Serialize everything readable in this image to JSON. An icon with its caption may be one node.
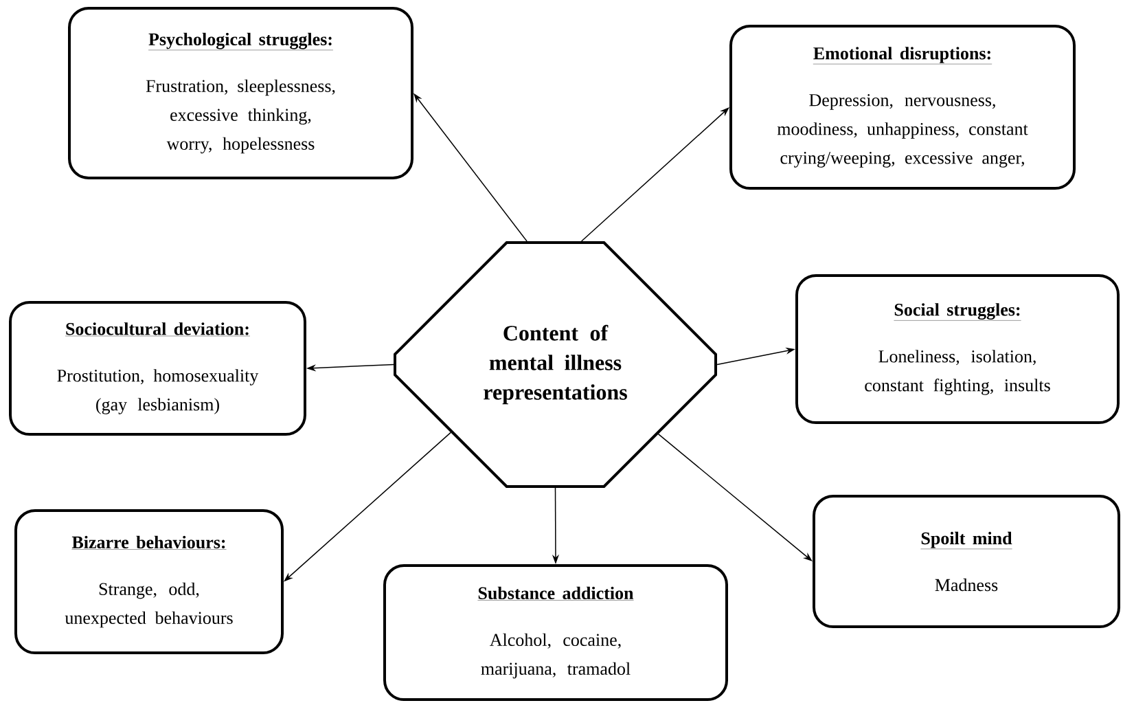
{
  "diagram": {
    "nodes": [
      {
        "text": [
          "Content of mental illness representations"
        ]
      },
      {
        "text": [
          "Psychological struggles:",
          "Frustration, sleeplessness, excessive thinking, worry, hopelessness"
        ]
      },
      {
        "text": [
          "Emotional disruptions:",
          "Depression, nervousness, moodiness, unhappiness, constant crying/weeping, excessive anger,"
        ]
      },
      {
        "text": [
          "Sociocultural deviation:",
          "Prostitution, homosexuality (gay lesbianism)"
        ]
      },
      {
        "text": [
          "Social struggles:",
          "Loneliness, isolation, constant fighting, insults"
        ]
      },
      {
        "text": [
          "Bizarre behaviours:",
          "Strange, odd, unexpected behaviours"
        ]
      },
      {
        "text": [
          "Substance addiction",
          "Alcohol, cocaine, marijuana, tramadol"
        ]
      },
      {
        "text": [
          "Spoilt mind",
          "Madness"
        ]
      }
    ],
    "edges": [
      {
        "from": 0,
        "to": 1,
        "arrow": "to"
      },
      {
        "from": 0,
        "to": 2,
        "arrow": "to"
      },
      {
        "from": 0,
        "to": 3,
        "arrow": "to"
      },
      {
        "from": 0,
        "to": 4,
        "arrow": "to"
      },
      {
        "from": 0,
        "to": 5,
        "arrow": "to"
      },
      {
        "from": 0,
        "to": 6,
        "arrow": "to"
      },
      {
        "from": 0,
        "to": 7,
        "arrow": "to"
      }
    ]
  }
}
